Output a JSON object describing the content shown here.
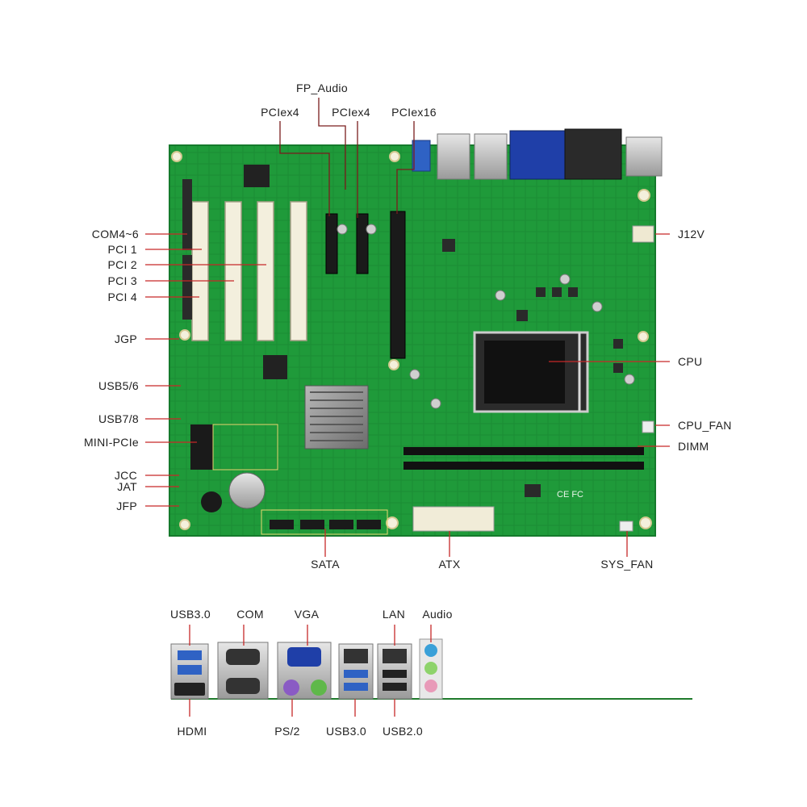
{
  "labels": {
    "fp_audio": "FP_Audio",
    "pciex4_a": "PCIex4",
    "pciex4_b": "PCIex4",
    "pciex16": "PCIex16",
    "com4_6": "COM4~6",
    "pci1": "PCI 1",
    "pci2": "PCI 2",
    "pci3": "PCI 3",
    "pci4": "PCI 4",
    "jgp": "JGP",
    "usb5_6": "USB5/6",
    "usb7_8": "USB7/8",
    "mini_pcie": "MINI-PCIe",
    "jcc": "JCC",
    "jat": "JAT",
    "jfp": "JFP",
    "j12v": "J12V",
    "cpu": "CPU",
    "cpu_fan": "CPU_FAN",
    "dimm": "DIMM",
    "sata": "SATA",
    "atx": "ATX",
    "sys_fan": "SYS_FAN"
  },
  "io_labels": {
    "usb30_top": "USB3.0",
    "com": "COM",
    "vga": "VGA",
    "lan": "LAN",
    "audio": "Audio",
    "hdmi": "HDMI",
    "ps2": "PS/2",
    "usb30_bottom": "USB3.0",
    "usb20": "USB2.0"
  },
  "board_markings": {
    "ce_mark": "CE FC"
  },
  "colors": {
    "pcb": "#1f9a3a",
    "pcb_edge": "#157a2c",
    "leader": "#c62828",
    "vga_blue": "#1f3fa8",
    "audio_blue": "#3aa0d8",
    "audio_green": "#8ed36b",
    "audio_pink": "#e89ab8",
    "ps2_purple": "#8a5bc4",
    "ps2_green": "#5fb84a"
  }
}
